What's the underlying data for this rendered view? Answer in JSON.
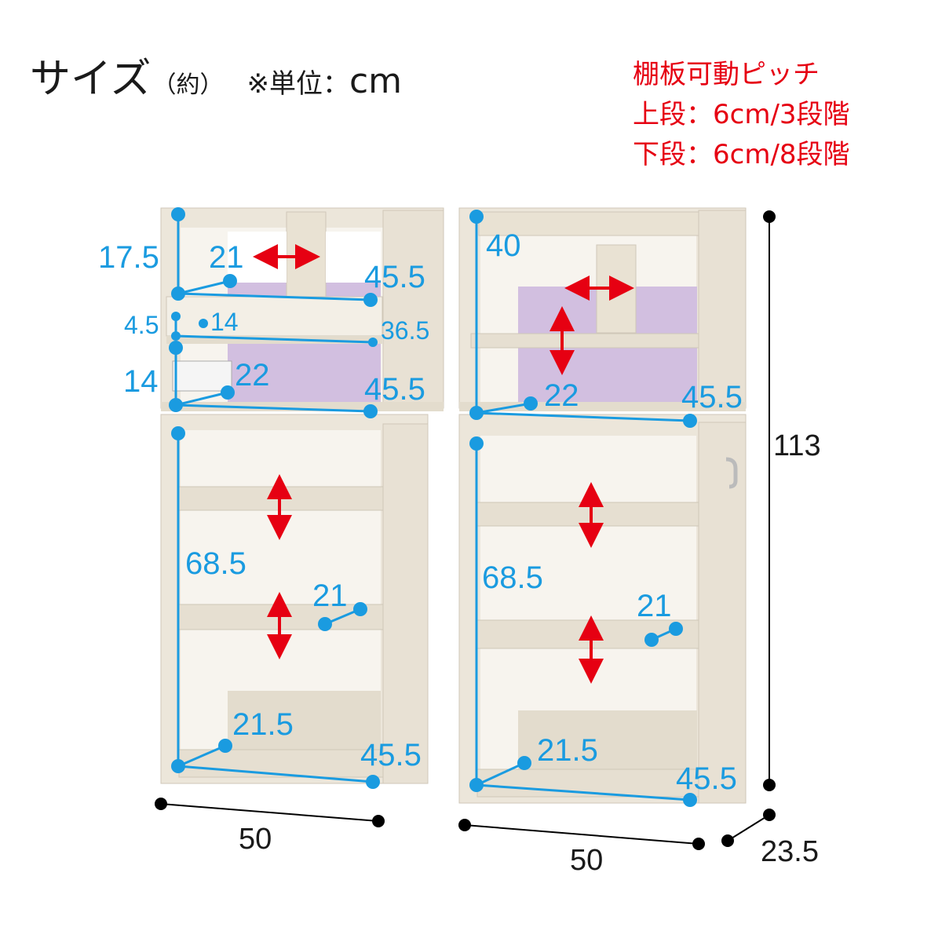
{
  "heading": {
    "title": "サイズ",
    "approx": "（約）",
    "unit_label": "※単位：",
    "unit": "cm"
  },
  "pitch_note": {
    "line1": "棚板可動ピッチ",
    "line2": "上段：6cm/3段階",
    "line3": "下段：6cm/8段階"
  },
  "left_unit": {
    "top_height": "17.5",
    "top_depth": "21",
    "top_width": "45.5",
    "drawer_height": "4.5",
    "drawer_depth": "14",
    "drawer_width": "36.5",
    "mid_height": "14",
    "mid_depth": "22",
    "mid_width": "45.5",
    "lower_height": "68.5",
    "shelf_depth": "21",
    "bottom_depth": "21.5",
    "bottom_width": "45.5",
    "overall_width": "50"
  },
  "right_unit": {
    "upper_height": "40",
    "mid_depth": "22",
    "mid_width": "45.5",
    "lower_height": "68.5",
    "shelf_depth": "21",
    "bottom_depth": "21.5",
    "bottom_width": "45.5",
    "overall_width": "50",
    "overall_height": "113",
    "overall_depth": "23.5"
  },
  "colors": {
    "dimension_blue": "#1a9be0",
    "arrow_red": "#e60012",
    "wood": "#ece6da",
    "back_panel": "#d2bfe0"
  }
}
